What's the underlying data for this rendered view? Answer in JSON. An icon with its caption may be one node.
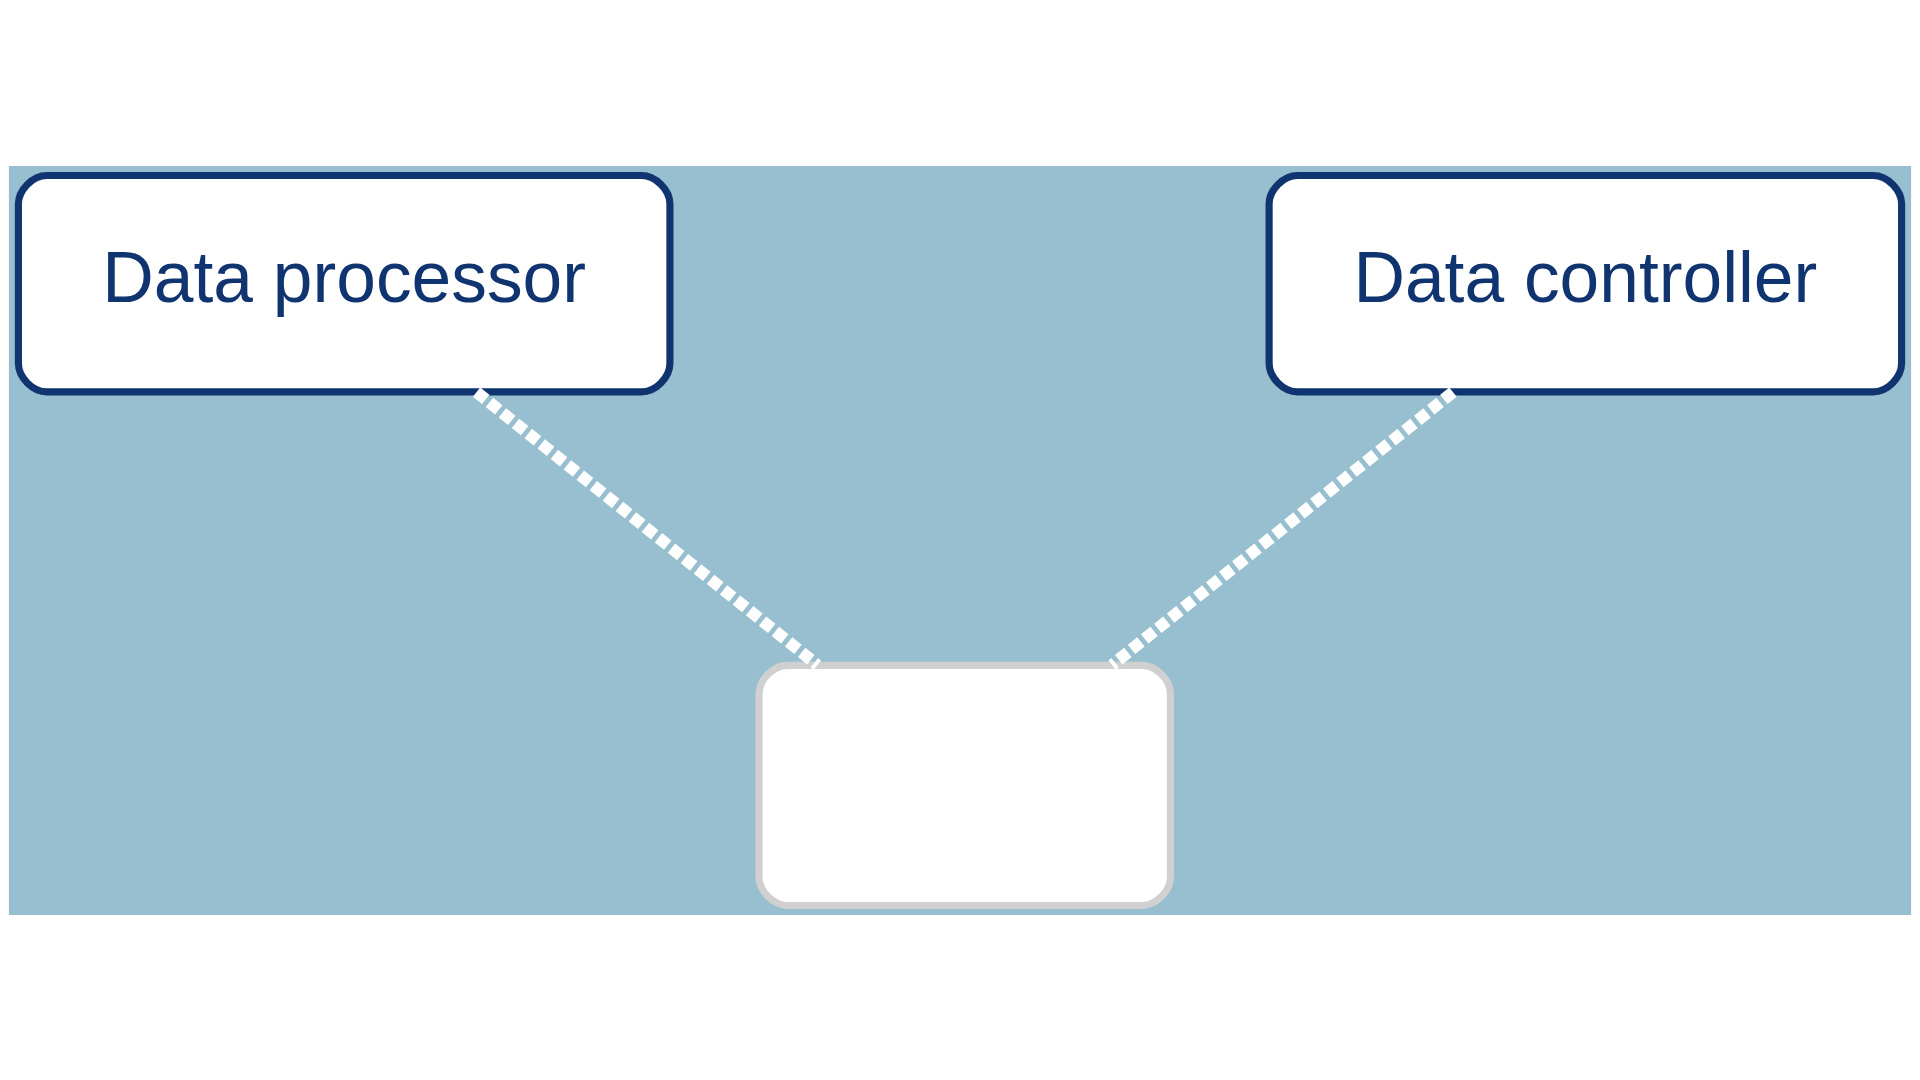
{
  "diagram": {
    "nodes": [
      {
        "text": [
          "Data processor"
        ]
      },
      {
        "text": [
          "Data controller"
        ]
      },
      {
        "text": [],
        "shape": "box"
      }
    ],
    "edges": [
      {
        "from": 0,
        "to": 2,
        "arrow": "none",
        "style": "dashed"
      },
      {
        "from": 1,
        "to": 2,
        "arrow": "none",
        "style": "dashed"
      }
    ]
  }
}
